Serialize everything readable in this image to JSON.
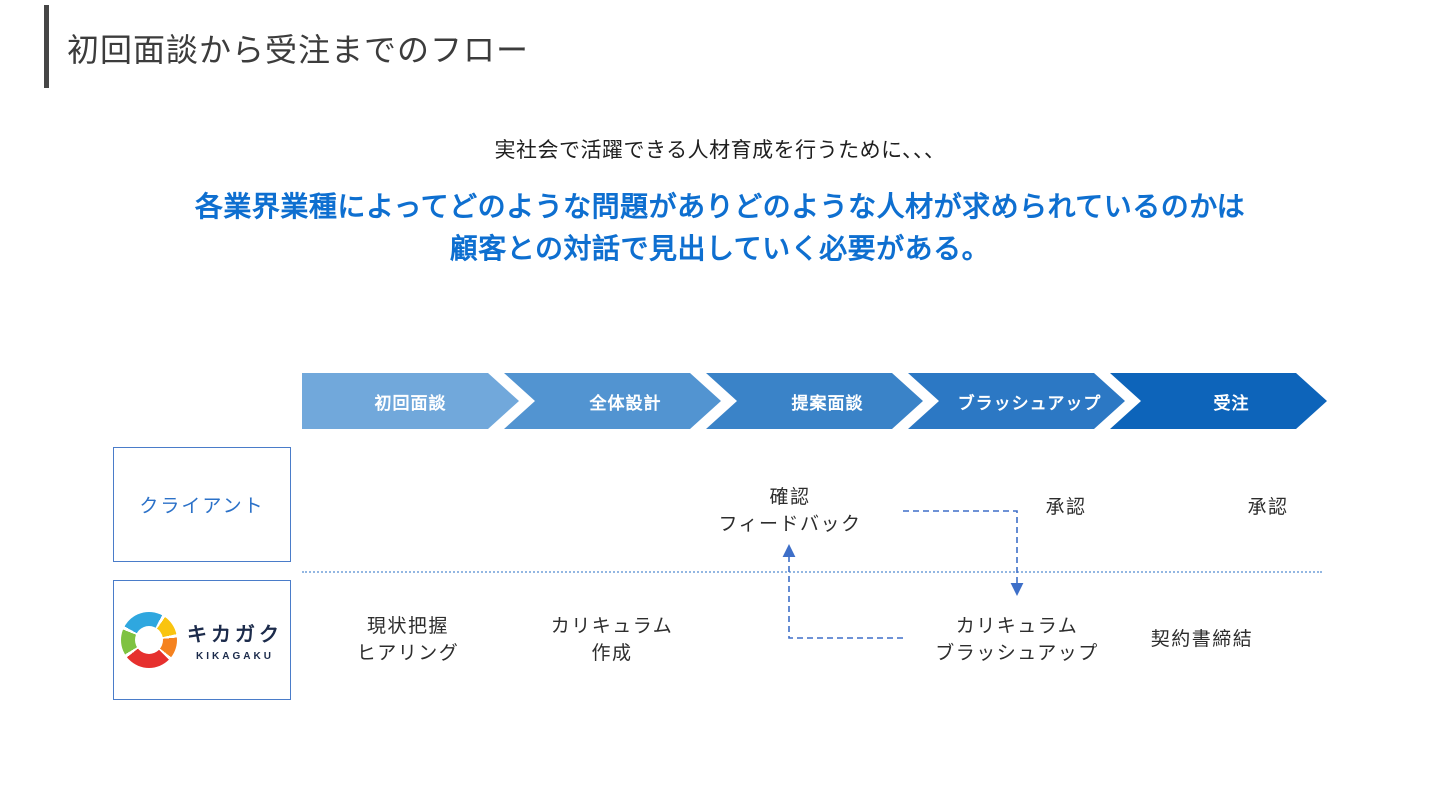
{
  "slide": {
    "title": "初回面談から受注までのフロー",
    "subtitle": "実社会で活躍できる人材育成を行うために、、、",
    "headline_line1": "各業界業種によってどのような問題がありどのような人材が求められているのかは",
    "headline_line2": "顧客との対話で見出していく必要がある。"
  },
  "colors": {
    "headline_blue": "#0e6fd0",
    "title_bar": "#464646",
    "box_border": "#4a7cc9",
    "client_text": "#2b71c8",
    "separator_dotted": "#93b7e2",
    "connector_dashed": "#3e6fc8",
    "logo_navy": "#1c2b4b",
    "logo_ring": [
      "#2fa7df",
      "#f9c40f",
      "#f5821f",
      "#e6302e",
      "#7fc241"
    ]
  },
  "flow": {
    "stages": [
      {
        "label": "初回面談",
        "color": "#71a8db"
      },
      {
        "label": "全体設計",
        "color": "#5294d1"
      },
      {
        "label": "提案面談",
        "color": "#3a83c8"
      },
      {
        "label": "ブラッシュアップ",
        "color": "#2c78c4"
      },
      {
        "label": "受注",
        "color": "#0d64ba"
      }
    ],
    "lanes": {
      "client": {
        "label": "クライアント",
        "items": [
          {
            "lines": [
              "確認",
              "フィードバック"
            ]
          },
          {
            "lines": [
              "承認"
            ]
          },
          {
            "lines": [
              "承認"
            ]
          }
        ]
      },
      "kikagaku": {
        "logo_text": "キカガク",
        "logo_subtext": "KIKAGAKU",
        "items": [
          {
            "lines": [
              "現状把握",
              "ヒアリング"
            ]
          },
          {
            "lines": [
              "カリキュラム",
              "作成"
            ]
          },
          {
            "lines": [
              "カリキュラム",
              "ブラッシュアップ"
            ]
          },
          {
            "lines": [
              "契約書締結"
            ]
          }
        ]
      }
    }
  }
}
